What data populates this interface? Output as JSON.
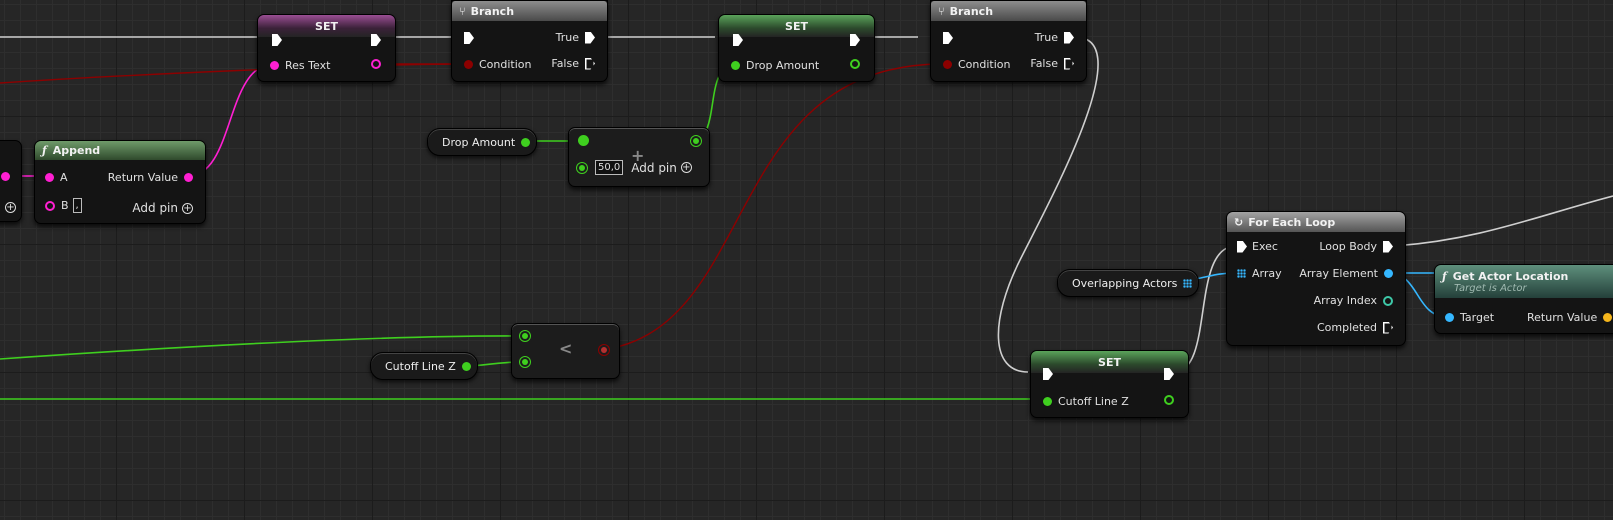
{
  "nodes": {
    "set_res_text": {
      "title": "SET",
      "pin": "Res Text"
    },
    "branch_1": {
      "title": "Branch",
      "true_label": "True",
      "condition_label": "Condition",
      "false_label": "False"
    },
    "set_drop_amount": {
      "title": "SET",
      "pin": "Drop Amount"
    },
    "branch_2": {
      "title": "Branch",
      "true_label": "True",
      "condition_label": "Condition",
      "false_label": "False"
    },
    "append": {
      "title": "Append",
      "pin_a": "A",
      "pin_b": "B",
      "b_value": ",",
      "return_label": "Return Value",
      "add_pin_label": "Add pin"
    },
    "drop_amount_getter": {
      "label": "Drop Amount"
    },
    "add_node": {
      "symbol": "+",
      "value": "50,0",
      "add_pin_label": "Add pin"
    },
    "for_each_loop": {
      "title": "For Each Loop",
      "exec_label": "Exec",
      "array_label": "Array",
      "loop_body_label": "Loop Body",
      "array_element_label": "Array Element",
      "array_index_label": "Array Index",
      "completed_label": "Completed"
    },
    "overlapping_actors": {
      "label": "Overlapping Actors"
    },
    "get_actor_location": {
      "title": "Get Actor Location",
      "subtitle": "Target is Actor",
      "target_label": "Target",
      "return_label": "Return Value"
    },
    "less_node": {
      "symbol": "<"
    },
    "cutoff_getter": {
      "label": "Cutoff Line Z"
    },
    "set_cutoff": {
      "title": "SET",
      "pin": "Cutoff Line Z"
    }
  },
  "colors": {
    "exec": "#ffffff",
    "string": "#ff1fd2",
    "float": "#3fcf1f",
    "bool": "#8c0000",
    "object": "#35b7ff",
    "vector": "#f5b61c"
  },
  "icons": {
    "function": "function-icon",
    "branch": "branch-icon",
    "loop": "loop-icon",
    "add_pin": "add-pin-icon",
    "array": "array-grid-icon"
  }
}
